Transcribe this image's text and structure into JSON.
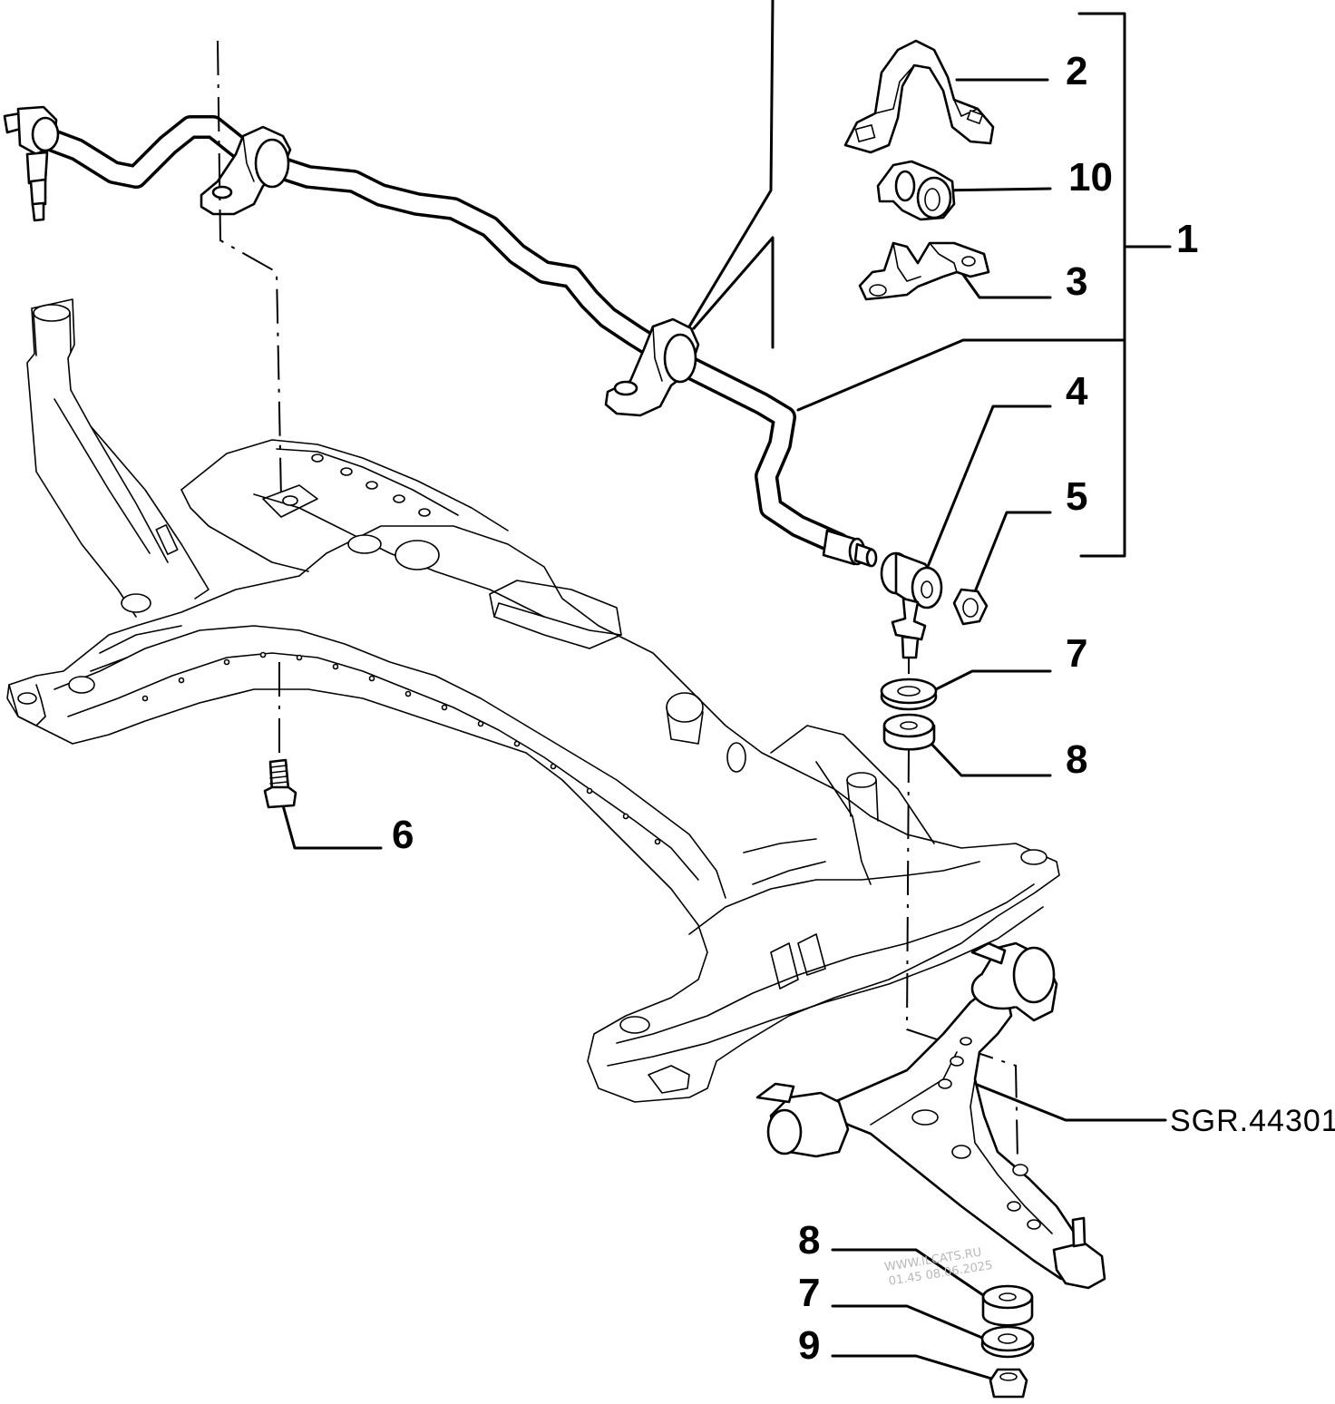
{
  "callouts": {
    "c1": "1",
    "c2": "2",
    "c3": "3",
    "c4": "4",
    "c5": "5",
    "c6": "6",
    "c7_upper": "7",
    "c8_upper": "8",
    "c10": "10",
    "c8_lower": "8",
    "c7_lower": "7",
    "c9": "9"
  },
  "reference_code": "SGR.44301",
  "watermark": {
    "line1": "WWW.ILCATS.RU",
    "line2": "01.45 08.06.2025"
  }
}
